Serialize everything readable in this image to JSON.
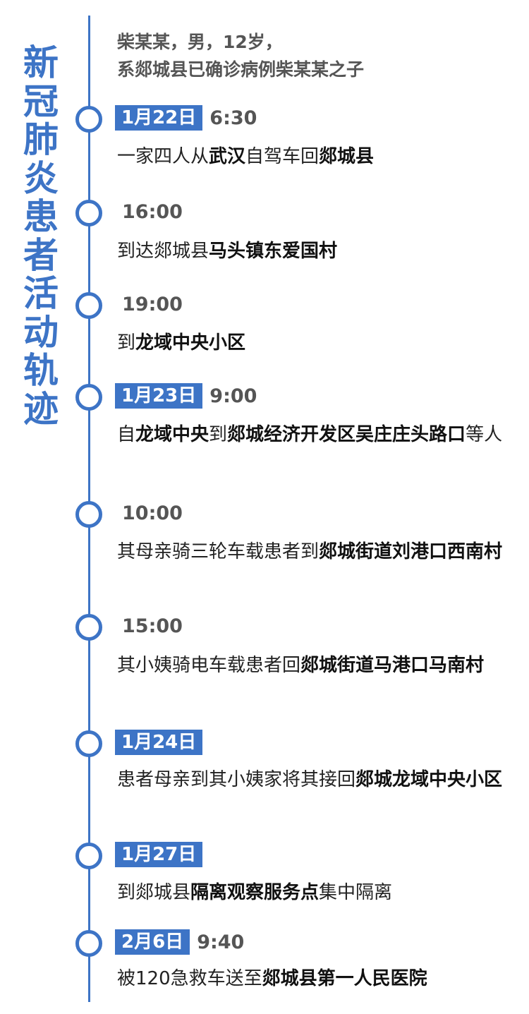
{
  "title": "新冠肺炎患者活动轨迹",
  "title_chars": [
    "新",
    "冠",
    "肺",
    "炎",
    "患",
    "者",
    "活",
    "动",
    "轨",
    "迹"
  ],
  "intro": {
    "line1": "柴某某，男，12岁，",
    "line2": "系郯城县已确诊病例柴某某之子"
  },
  "colors": {
    "accent": "#3d74c6",
    "time": "#555555",
    "text": "#222222"
  },
  "events": [
    {
      "date": "1月22日",
      "time": "6:30",
      "parts": [
        [
          "一家四人从",
          false
        ],
        [
          "武汉",
          true
        ],
        [
          "自驾车回",
          false
        ],
        [
          "郯城县",
          true
        ]
      ]
    },
    {
      "date": "",
      "time": "16:00",
      "parts": [
        [
          "到达郯城县",
          false
        ],
        [
          "马头镇东爱国村",
          true
        ]
      ]
    },
    {
      "date": "",
      "time": "19:00",
      "parts": [
        [
          "到",
          false
        ],
        [
          "龙域中央小区",
          true
        ]
      ]
    },
    {
      "date": "1月23日",
      "time": "9:00",
      "parts": [
        [
          "自",
          false
        ],
        [
          "龙域中央",
          true
        ],
        [
          "到",
          false
        ],
        [
          "郯城经济开发区吴庄庄头路口",
          true
        ],
        [
          "等人",
          false
        ]
      ]
    },
    {
      "date": "",
      "time": "10:00",
      "parts": [
        [
          "其母亲骑三轮车载患者到",
          false
        ],
        [
          "郯城街道刘港口西南村",
          true
        ]
      ]
    },
    {
      "date": "",
      "time": "15:00",
      "parts": [
        [
          "其小姨骑电车载患者回",
          false
        ],
        [
          "郯城街道马港口马南村",
          true
        ]
      ]
    },
    {
      "date": "1月24日",
      "time": "",
      "parts": [
        [
          "患者母亲到其小姨家将其接回",
          false
        ],
        [
          "郯城龙域中央小区",
          true
        ]
      ]
    },
    {
      "date": "1月27日",
      "time": "",
      "parts": [
        [
          "到郯城县",
          false
        ],
        [
          "隔离观察服务点",
          true
        ],
        [
          "集中隔离",
          false
        ]
      ]
    },
    {
      "date": "2月6日",
      "time": "9:40",
      "parts": [
        [
          "被120急救车送至",
          false
        ],
        [
          "郯城县第一人民医院",
          true
        ]
      ]
    }
  ]
}
